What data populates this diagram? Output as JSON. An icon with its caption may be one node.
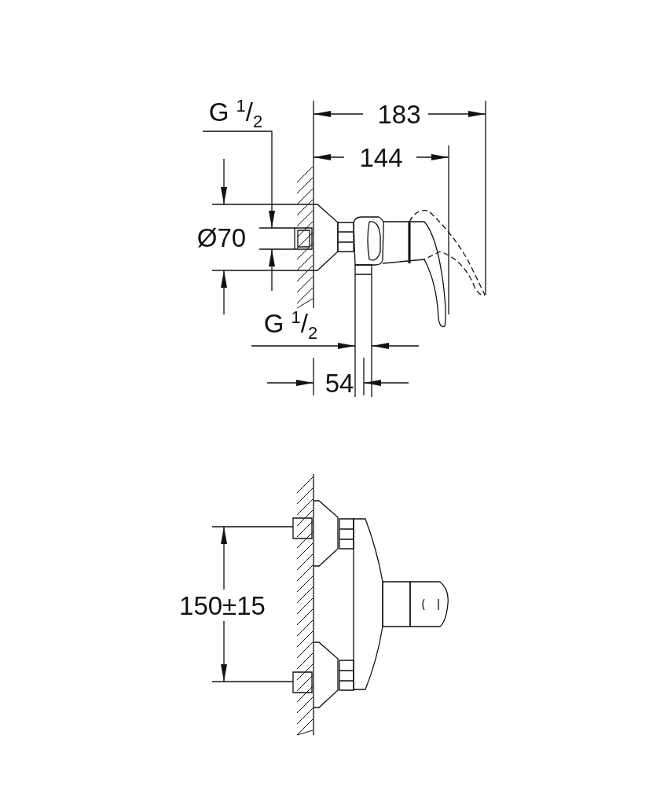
{
  "diagram": {
    "labels": [
      "G $^{1}$/$_{2}$",
      "183",
      "144",
      "Ø70",
      "G $^{1}$/$_{2}$",
      "54",
      "150±15"
    ]
  }
}
